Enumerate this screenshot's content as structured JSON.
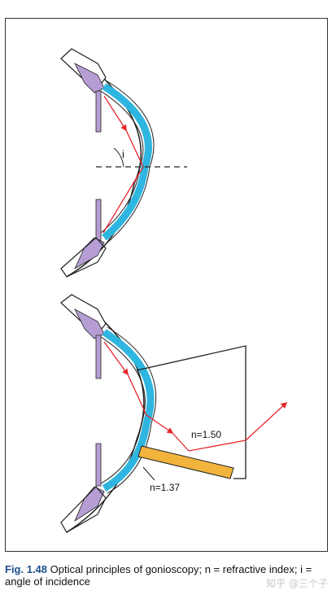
{
  "figure": {
    "top_panel": {
      "angle_label": "i"
    },
    "bottom_panel": {
      "lens_index_label": "n=1.50",
      "interface_index_label": "n=1.37"
    },
    "colors": {
      "cornea": "#2eb6e0",
      "iris": "#b69ed4",
      "ray": "#e8262b",
      "coupling_fluid": "#f2b43c",
      "outline": "#222222"
    }
  },
  "caption": {
    "label": "Fig. 1.48",
    "text": "Optical principles of gonioscopy; n = refractive index; i = angle of incidence"
  },
  "watermark": "知乎 @三个子"
}
